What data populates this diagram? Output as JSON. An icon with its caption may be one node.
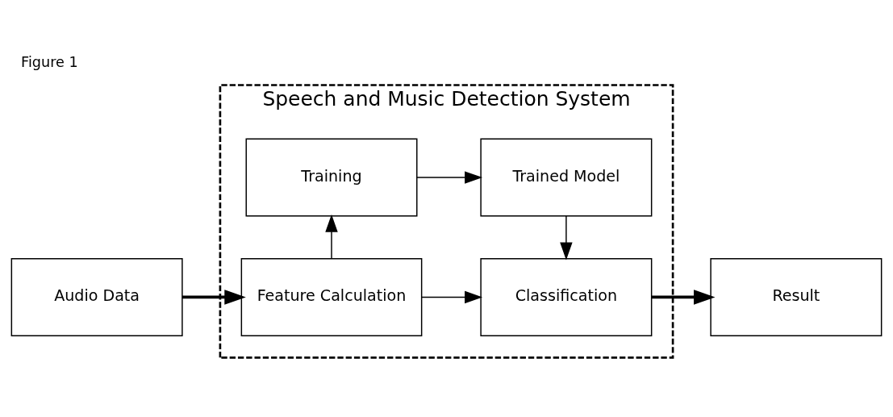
{
  "diagram": {
    "title": "Figure 1",
    "nodes": [
      {
        "text": [
          "Audio Data"
        ]
      },
      {
        "text": [
          "Speech and Music Detection System"
        ]
      },
      {
        "text": [
          "Feature Calculation"
        ],
        "in": 1
      },
      {
        "text": [
          "Classification"
        ],
        "in": 1
      },
      {
        "text": [
          "Training"
        ],
        "in": 1
      },
      {
        "text": [
          "Trained Model"
        ],
        "in": 1
      },
      {
        "text": [
          "Result"
        ]
      }
    ],
    "edges": [
      {
        "from": 0,
        "to": 2,
        "arrow": "to",
        "style": "thick"
      },
      {
        "from": 2,
        "to": 3,
        "arrow": "to"
      },
      {
        "from": 2,
        "to": 4,
        "arrow": "to"
      },
      {
        "from": 4,
        "to": 5,
        "arrow": "to"
      },
      {
        "from": 5,
        "to": 3,
        "arrow": "to"
      },
      {
        "from": 3,
        "to": 6,
        "arrow": "to",
        "style": "thick"
      }
    ]
  }
}
